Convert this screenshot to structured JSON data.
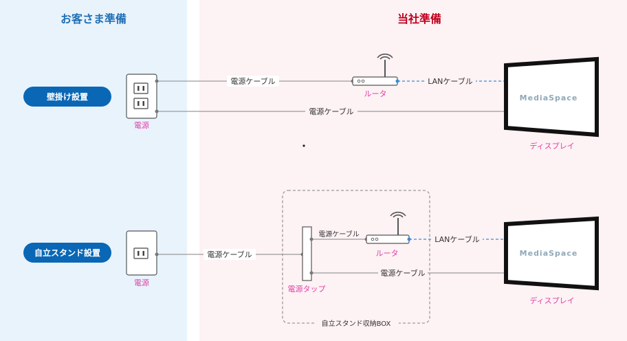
{
  "headers": {
    "customer": "お客さま準備",
    "company": "当社準備"
  },
  "setups": {
    "wall": "壁掛け設置",
    "stand": "自立スタンド設置"
  },
  "labels": {
    "power_cable_1": "電源ケーブル",
    "power_cable_2": "電源ケーブル",
    "power_cable_3": "電源ケーブル",
    "power_cable_4": "電源ケーブル",
    "power_cable_5": "電源ケーブル",
    "lan_cable_1": "LANケーブル",
    "lan_cable_2": "LANケーブル",
    "router_1": "ルータ",
    "router_2": "ルータ",
    "outlet_1": "電源",
    "outlet_2": "電源",
    "display_1": "ディスプレイ",
    "display_2": "ディスプレイ",
    "power_strip": "電源タップ",
    "stand_box": "自立スタンド収納BOX",
    "brand_1": "MediaSpace",
    "brand_2": "MediaSpace"
  },
  "colors": {
    "customer_bg": "#e8f3fc",
    "company_bg": "#fdf2f4",
    "customer_header": "#1f6fb5",
    "company_header": "#c0001d",
    "pill": "#0a67b5",
    "pink": "#e040a8",
    "lan": "#3a8ad8"
  },
  "icons": {
    "outlet": "power-outlet-icon",
    "router": "router-icon",
    "display": "display-icon",
    "power_strip": "power-strip-icon"
  }
}
